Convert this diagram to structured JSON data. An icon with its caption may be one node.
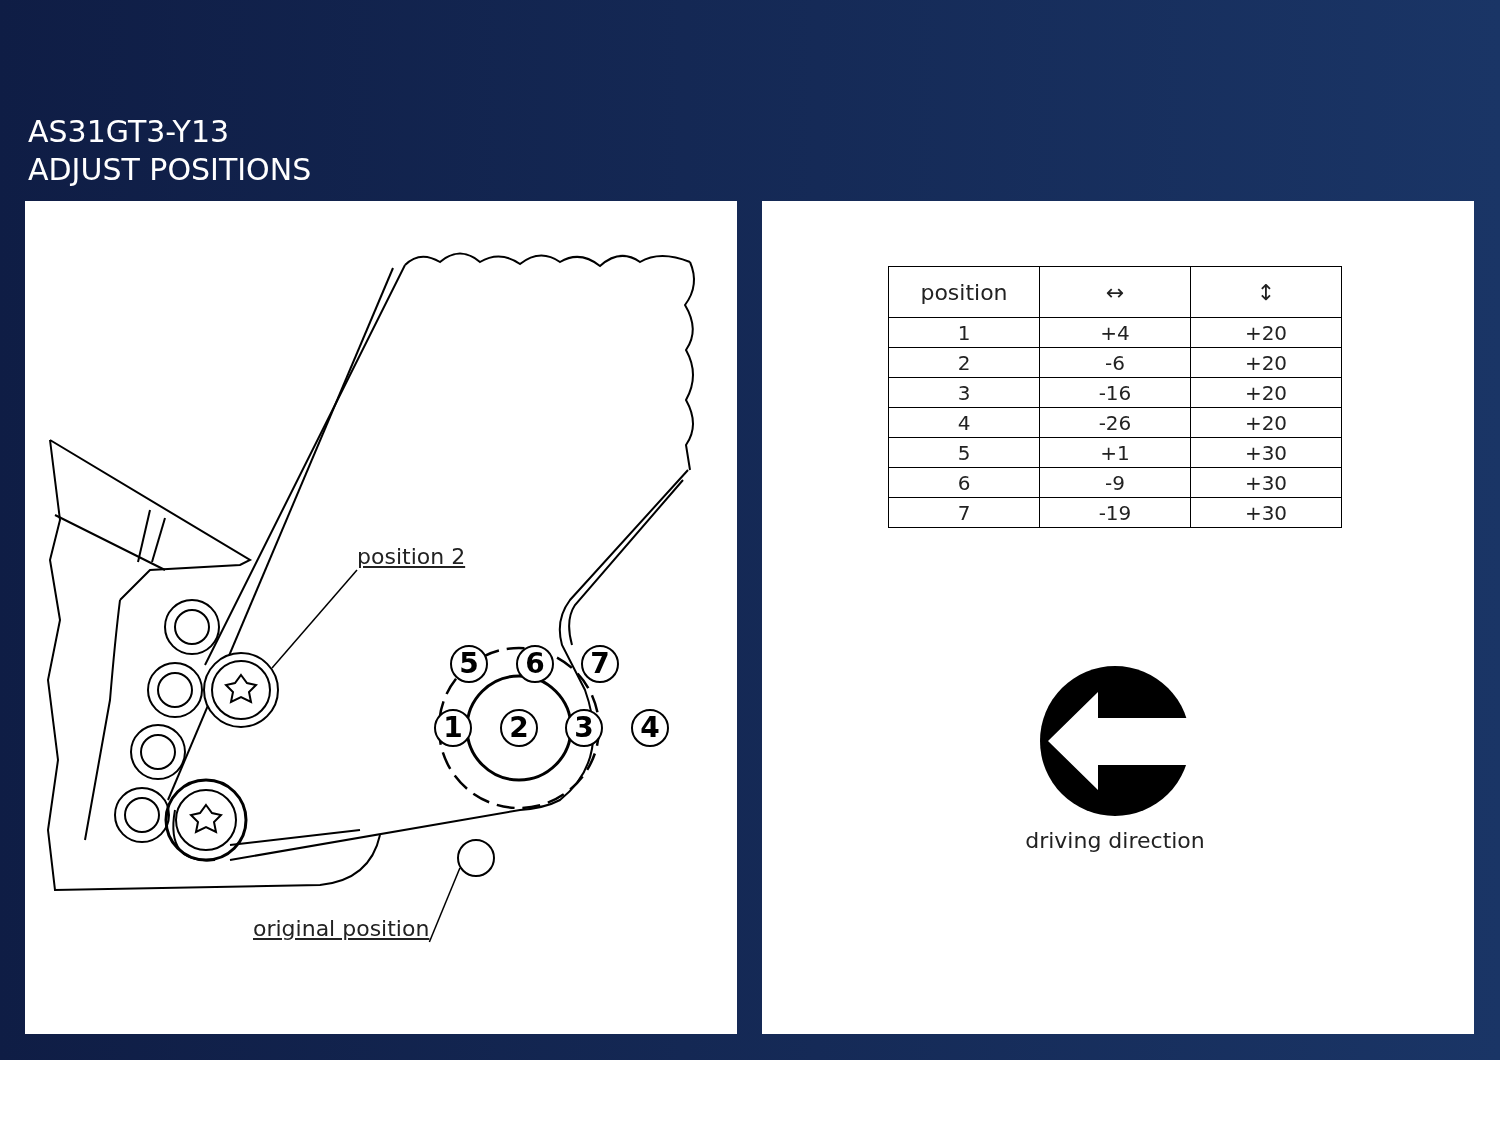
{
  "diagram": {
    "title": "AS31GT3-Y13 ADJUST POSITIONS",
    "nodes": [
      {
        "text": [
          "position 2"
        ]
      },
      {
        "text": [],
        "shape": "circle"
      },
      {
        "text": [
          "original position"
        ]
      },
      {
        "text": [],
        "shape": "circle"
      },
      {
        "text": [
          "5"
        ]
      },
      {
        "text": [
          "6"
        ]
      },
      {
        "text": [
          "7"
        ]
      },
      {
        "text": [
          "1"
        ]
      },
      {
        "text": [
          "2"
        ]
      },
      {
        "text": [
          "3"
        ]
      },
      {
        "text": [
          "4"
        ]
      }
    ],
    "edges": [
      {
        "from": 0,
        "to": 1,
        "arrow": "none"
      },
      {
        "from": 2,
        "to": 3,
        "arrow": "none"
      }
    ],
    "labels": [
      "position",
      "↔",
      "↕",
      "1",
      "+4",
      "+20",
      "2",
      "-6",
      "+20",
      "3",
      "-16",
      "+20",
      "4",
      "-26",
      "+20",
      "5",
      "+1",
      "+30",
      "6",
      "-9",
      "+30",
      "7",
      "-19",
      "+30",
      "driving direction"
    ]
  }
}
